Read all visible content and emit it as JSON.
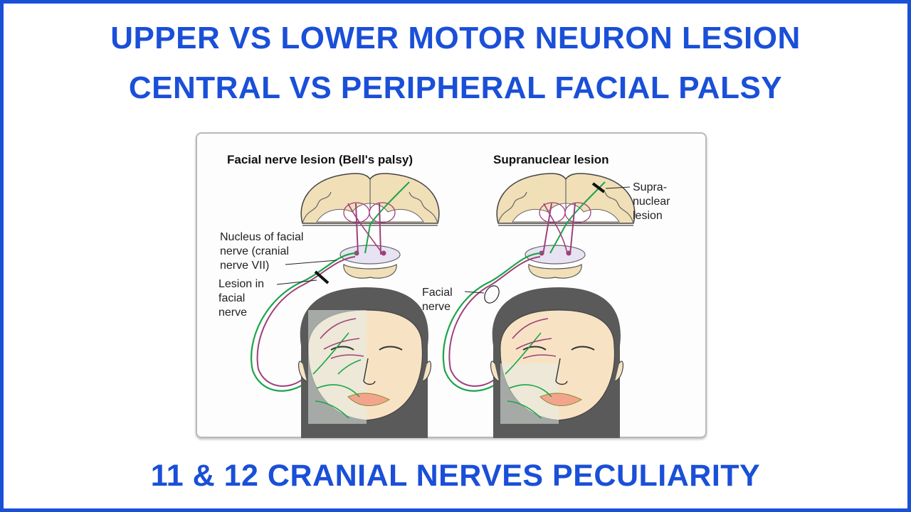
{
  "headings": {
    "line1": "UPPER VS LOWER MOTOR NEURON LESION",
    "line2": "CENTRAL VS PERIPHERAL FACIAL PALSY",
    "line3": "11 & 12 CRANIAL NERVES PECULIARITY"
  },
  "diagram": {
    "left_panel": {
      "title": "Facial nerve lesion (Bell's palsy)",
      "nucleus_label": [
        "Nucleus of facial",
        "nerve (cranial",
        "nerve VII)"
      ],
      "lesion_label": [
        "Lesion in",
        "facial",
        "nerve"
      ]
    },
    "right_panel": {
      "title": "Supranuclear lesion",
      "supra_label": [
        "Supra-",
        "nuclear",
        "lesion"
      ],
      "facial_nerve_label": [
        "Facial",
        "nerve"
      ]
    }
  },
  "colors": {
    "heading": "#1a4fd8",
    "border": "#1a4fd8",
    "nerve_green": "#1aa54a",
    "nerve_purple": "#a0407a",
    "skin": "#f7e3c4",
    "hair": "#5a5a5a",
    "brain": "#f1dfb8"
  }
}
